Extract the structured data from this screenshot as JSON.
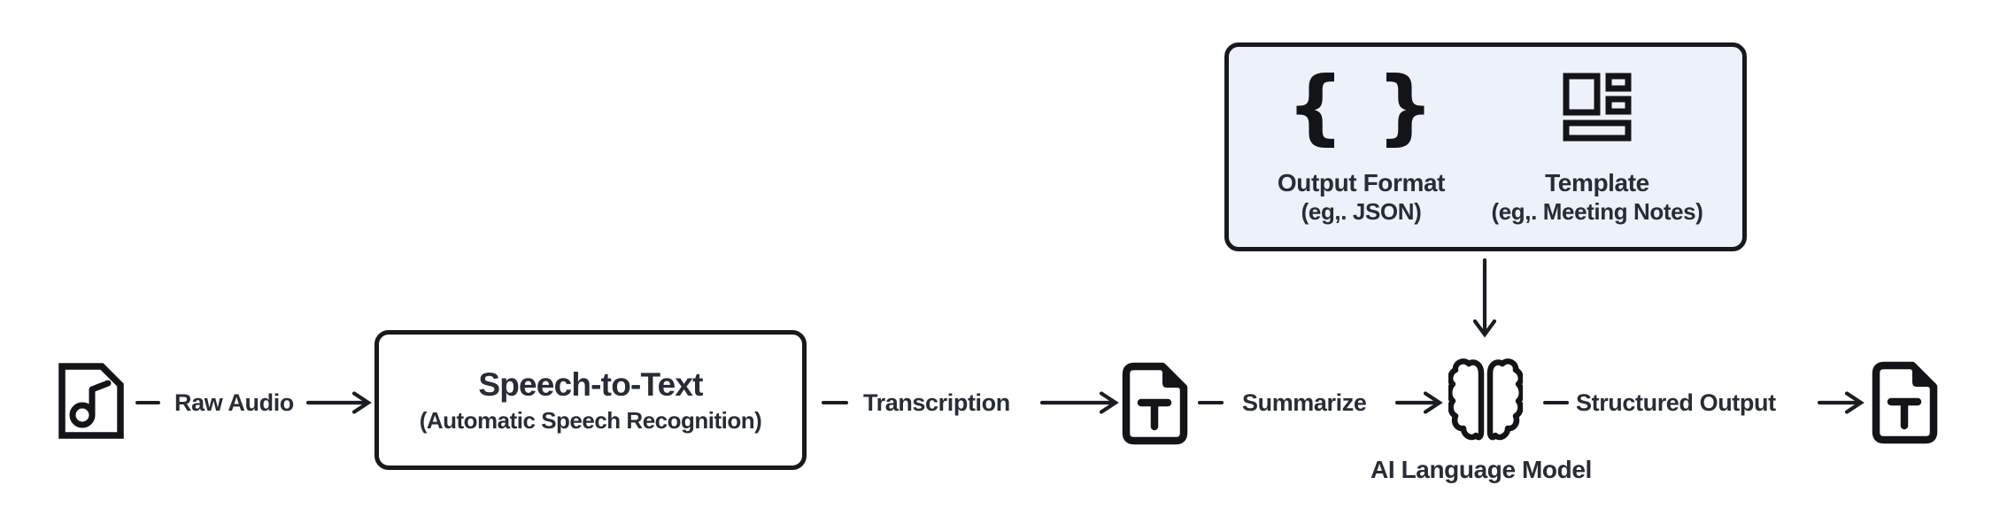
{
  "colors": {
    "background": "#ffffff",
    "text": "#272c36",
    "icon_stroke": "#121418",
    "node_border": "#17191d",
    "config_box_fill": "#edf1f9"
  },
  "pipeline": {
    "source_icon": "audio-file-icon",
    "edges": [
      {
        "label": "Raw Audio"
      },
      {
        "label": "Transcription"
      },
      {
        "label": "Summarize"
      },
      {
        "label": "Structured Output"
      }
    ],
    "stt_node": {
      "title": "Speech-to-Text",
      "subtitle": "(Automatic Speech Recognition)"
    },
    "transcript_icon": "text-file-icon",
    "model_node": {
      "icon": "brain-icon",
      "label": "AI Language Model"
    },
    "output_icon": "text-file-icon"
  },
  "config_box": {
    "items": [
      {
        "icon": "braces-icon",
        "glyph": "{ }",
        "title": "Output Format",
        "subtitle": "(eg,. JSON)"
      },
      {
        "icon": "template-icon",
        "title": "Template",
        "subtitle": "(eg,. Meeting Notes)"
      }
    ]
  }
}
